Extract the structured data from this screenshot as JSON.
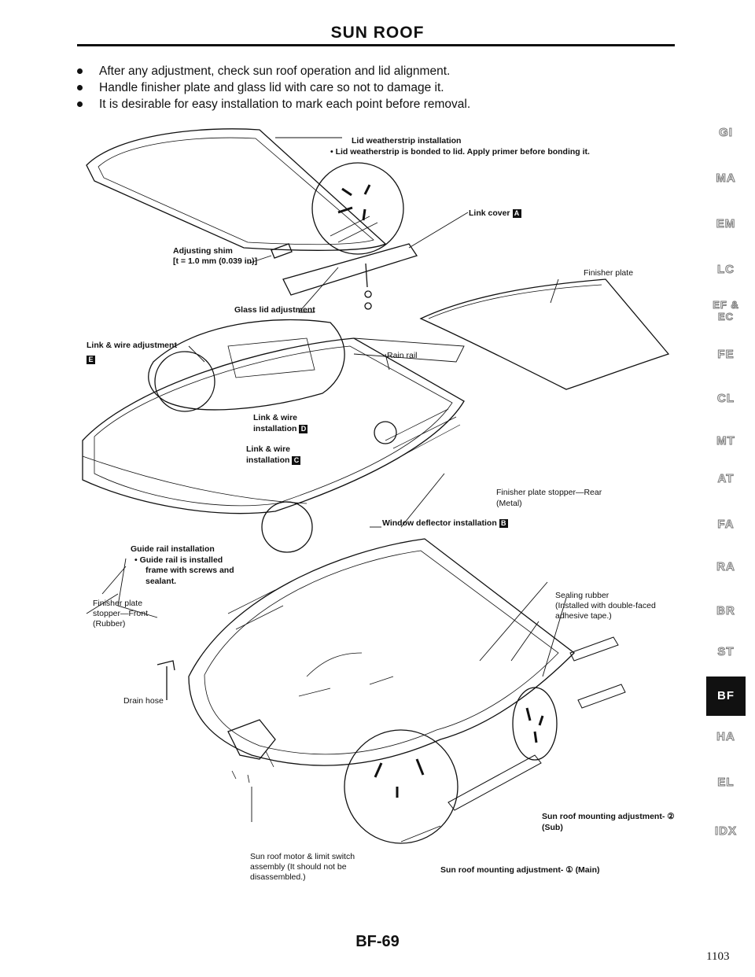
{
  "header": {
    "title": "SUN ROOF"
  },
  "notes": [
    "After any adjustment, check sun roof operation and lid alignment.",
    "Handle finisher plate and glass lid with care so not to damage it.",
    "It is desirable for easy installation to mark each point before removal."
  ],
  "labels": {
    "lid_weatherstrip": "Lid weatherstrip installation",
    "lid_weatherstrip_note": "•  Lid weatherstrip is bonded to lid. Apply primer before bonding it.",
    "link_cover": "Link cover",
    "link_cover_tag": "A",
    "adjusting_shim_1": "Adjusting shim",
    "adjusting_shim_2": "[t = 1.0 mm (0.039 in)]",
    "finisher_plate": "Finisher plate",
    "glass_lid_adjustment": "Glass lid adjustment",
    "link_wire_adjustment": "Link & wire adjustment",
    "link_wire_adjustment_tag": "E",
    "rain_rail": "Rain rail",
    "link_wire_installation_d_1": "Link & wire",
    "link_wire_installation_d_2": "installation",
    "link_wire_installation_d_tag": "D",
    "link_wire_installation_c_1": "Link & wire",
    "link_wire_installation_c_2": "installation",
    "link_wire_installation_c_tag": "C",
    "finisher_stopper_rear_1": "Finisher plate stopper—Rear",
    "finisher_stopper_rear_2": "(Metal)",
    "window_deflector": "Window deflector installation",
    "window_deflector_tag": "B",
    "guide_rail_1": "Guide rail installation",
    "guide_rail_2": "•  Guide rail is installed",
    "guide_rail_3": "frame with screws and",
    "guide_rail_4": "sealant.",
    "finisher_stopper_front_1": "Finisher plate",
    "finisher_stopper_front_2": "stopper—Front",
    "finisher_stopper_front_3": "(Rubber)",
    "sealing_rubber_1": "Sealing rubber",
    "sealing_rubber_2": "(Installed with double-faced",
    "sealing_rubber_3": "adhesive tape.)",
    "drain_hose": "Drain hose",
    "mounting_sub_1": "Sun roof mounting adjustment- ②",
    "mounting_sub_2": "(Sub)",
    "motor_1": "Sun roof motor & limit switch",
    "motor_2": "assembly (It should not be",
    "motor_3": "disassembled.)",
    "mounting_main": "Sun roof mounting adjustment- ① (Main)"
  },
  "side_nav": [
    "GI",
    "MA",
    "EM",
    "LC",
    "EF & EC",
    "FE",
    "CL",
    "MT",
    "AT",
    "FA",
    "RA",
    "BR",
    "ST",
    "BF",
    "HA",
    "EL",
    "IDX"
  ],
  "side_nav_active": "BF",
  "footer": {
    "page_code": "BF-69",
    "folio": "1103"
  }
}
